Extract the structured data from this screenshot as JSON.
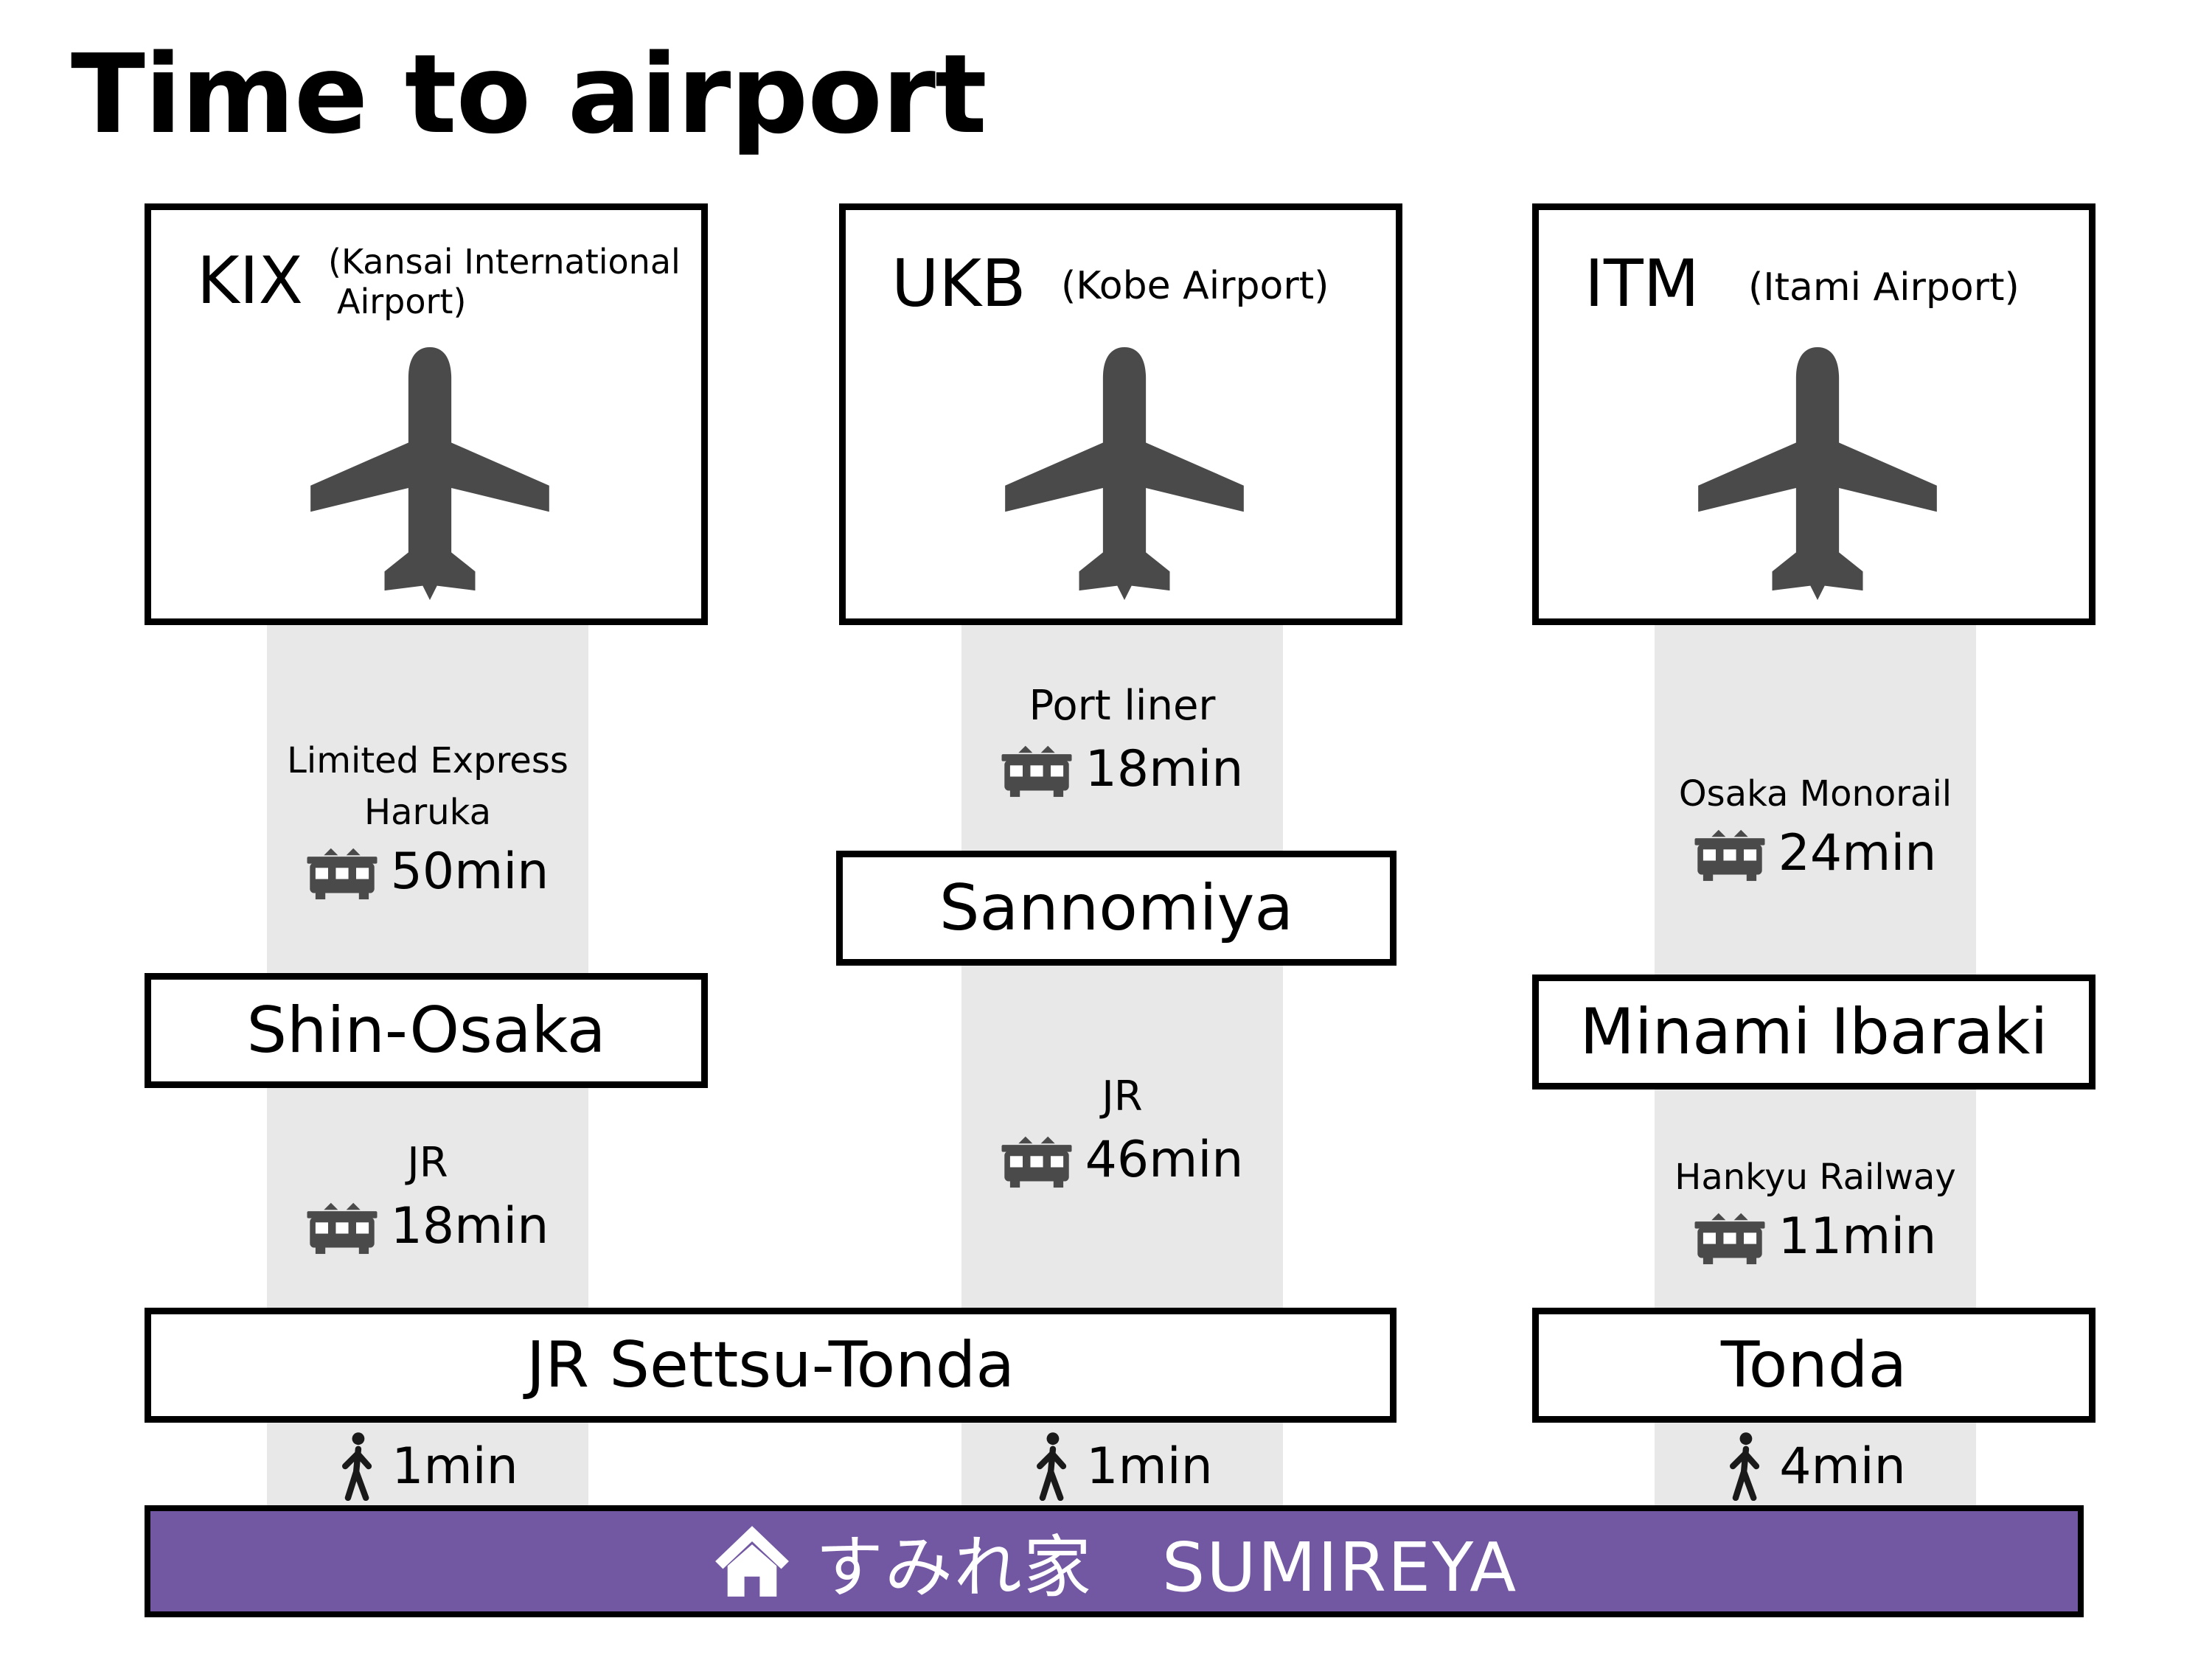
{
  "title": "Time to airport",
  "colors": {
    "home_bar": "#7257a3",
    "corridor": "#e8e8e8",
    "icon": "#4a4a4a"
  },
  "airports": [
    {
      "code": "KIX",
      "name_line1": "(Kansai International",
      "name_line2": "Airport)",
      "icon": "airplane-icon"
    },
    {
      "code": "UKB",
      "name": "(Kobe Airport)",
      "icon": "airplane-icon"
    },
    {
      "code": "ITM",
      "name": "(Itami Airport)",
      "icon": "airplane-icon"
    }
  ],
  "segments": {
    "kix_upper": {
      "line_1": "Limited Express",
      "line_2": "Haruka",
      "time": "50min",
      "icon": "train-icon"
    },
    "kix_lower": {
      "line": "JR",
      "time": "18min",
      "icon": "train-icon"
    },
    "ukb_upper": {
      "line": "Port liner",
      "time": "18min",
      "icon": "train-icon"
    },
    "ukb_lower": {
      "line": "JR",
      "time": "46min",
      "icon": "train-icon"
    },
    "itm_upper": {
      "line": "Osaka Monorail",
      "time": "24min",
      "icon": "train-icon"
    },
    "itm_lower": {
      "line": "Hankyu Railway",
      "time": "11min",
      "icon": "train-icon"
    }
  },
  "stations": {
    "shin_osaka": "Shin-Osaka",
    "sannomiya": "Sannomiya",
    "minami_ibaraki": "Minami Ibaraki",
    "jr_settsu_tonda": "JR Settsu-Tonda",
    "tonda": "Tonda"
  },
  "walks": [
    {
      "time": "1min",
      "icon": "walking-person-icon"
    },
    {
      "time": "1min",
      "icon": "walking-person-icon"
    },
    {
      "time": "4min",
      "icon": "walking-person-icon"
    }
  ],
  "home": {
    "name": "すみれ家　SUMIREYA",
    "icon": "house-icon"
  }
}
